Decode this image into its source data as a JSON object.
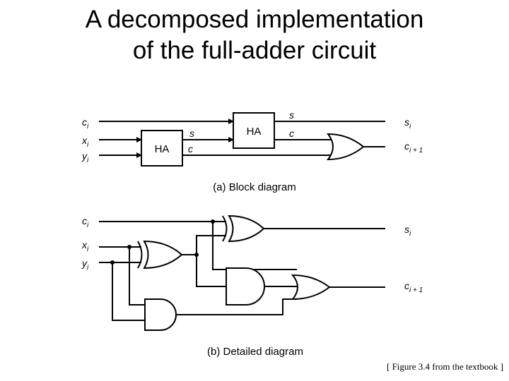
{
  "title": {
    "line1": "A decomposed implementation",
    "line2": "of the full-adder circuit"
  },
  "inputs": {
    "c": "c",
    "x": "x",
    "y": "y",
    "sub_i": "i"
  },
  "outputs": {
    "s": "s",
    "c": "c",
    "sub_i": "i",
    "sub_i_plus_1": "i + 1"
  },
  "block_diagram": {
    "half_adder_label": "HA",
    "sum_port": "s",
    "carry_port": "c",
    "caption": "(a) Block diagram"
  },
  "detailed_diagram": {
    "caption": "(b) Detailed diagram"
  },
  "credit": "[ Figure 3.4 from the textbook ]"
}
